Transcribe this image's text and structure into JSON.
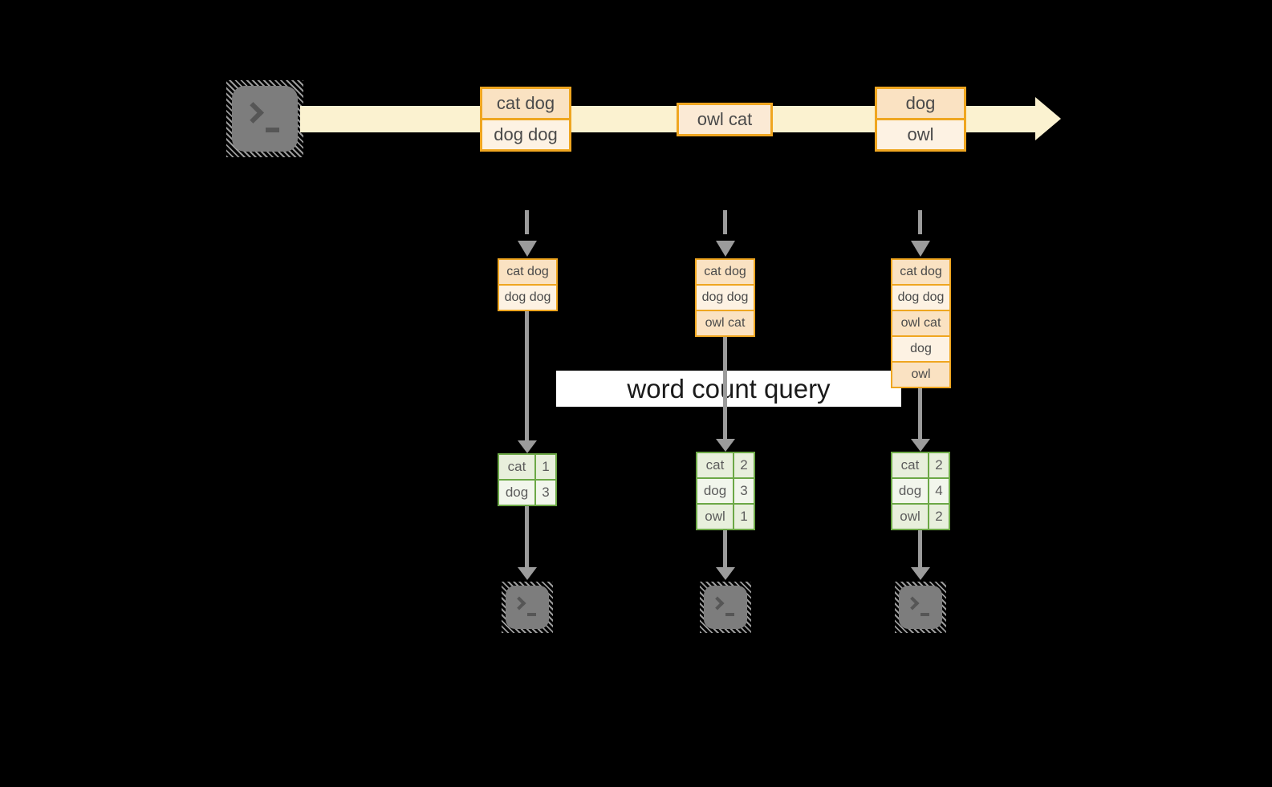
{
  "query_label": "word count query",
  "stream": {
    "events": [
      {
        "records": [
          "cat dog",
          "dog dog"
        ]
      },
      {
        "records": [
          "owl cat"
        ]
      },
      {
        "records": [
          "dog",
          "owl"
        ]
      }
    ]
  },
  "columns": [
    {
      "state": [
        "cat dog",
        "dog dog"
      ],
      "counts": [
        {
          "word": "cat",
          "count": "1"
        },
        {
          "word": "dog",
          "count": "3"
        }
      ]
    },
    {
      "state": [
        "cat dog",
        "dog dog",
        "owl cat"
      ],
      "counts": [
        {
          "word": "cat",
          "count": "2"
        },
        {
          "word": "dog",
          "count": "3"
        },
        {
          "word": "owl",
          "count": "1"
        }
      ]
    },
    {
      "state": [
        "cat dog",
        "dog dog",
        "owl cat",
        "dog",
        "owl"
      ],
      "counts": [
        {
          "word": "cat",
          "count": "2"
        },
        {
          "word": "dog",
          "count": "4"
        },
        {
          "word": "owl",
          "count": "2"
        }
      ]
    }
  ],
  "icons": {
    "terminal_prompt_glyph": "❯_"
  },
  "colors": {
    "background": "#000000",
    "accent-gold": "#EFA620",
    "fill-peach": "#FAE2C2",
    "fill-peach-mid": "#FBEAD5",
    "fill-cream": "#FDF2E3",
    "fill-stream": "#FBF2D0",
    "accent-green": "#6CA846",
    "fill-green-dark": "#E8EFDC",
    "fill-green-light": "#F2F6EC",
    "arrow-gray": "#9B9B9B",
    "terminal-gray": "#7D7D7D"
  }
}
